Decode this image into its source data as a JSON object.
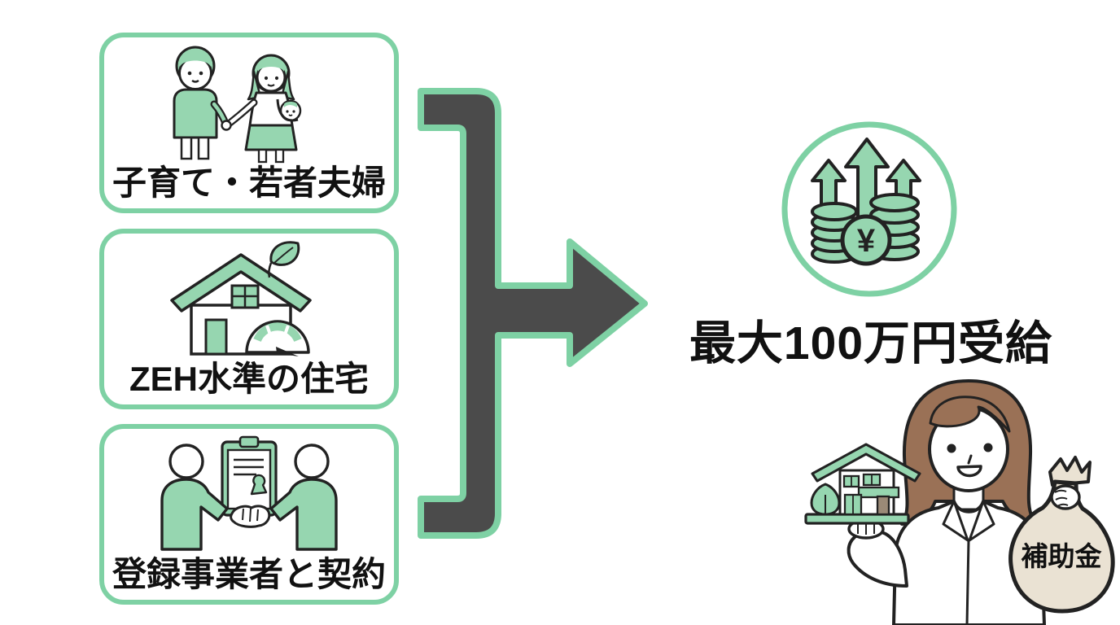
{
  "page": {
    "background": "#ffffff",
    "language": "ja"
  },
  "palette": {
    "accent_green": "#7ed1a4",
    "illustration_green": "#96d6b0",
    "arrow_dark": "#4b4b4b",
    "outline_black": "#222222",
    "hair_brown": "#9a7156",
    "bag_beige": "#eae2d3",
    "door_brown": "#9b8a77",
    "text_black": "#111111"
  },
  "steps": [
    {
      "label": "子育て・若者夫婦",
      "icon": "family-with-baby-icon"
    },
    {
      "label": "ZEH水準の住宅",
      "icon": "eco-house-gauge-icon"
    },
    {
      "label": "登録事業者と契約",
      "icon": "contract-handshake-icon"
    }
  ],
  "connector": {
    "shape": "merge-arrow",
    "direction": "right"
  },
  "result": {
    "headline": "最大100万円受給",
    "coin_currency_symbol": "¥",
    "money_bag_label": "補助金",
    "icons": [
      "money-growth-icon",
      "woman-holding-house-and-subsidy-icon"
    ]
  }
}
